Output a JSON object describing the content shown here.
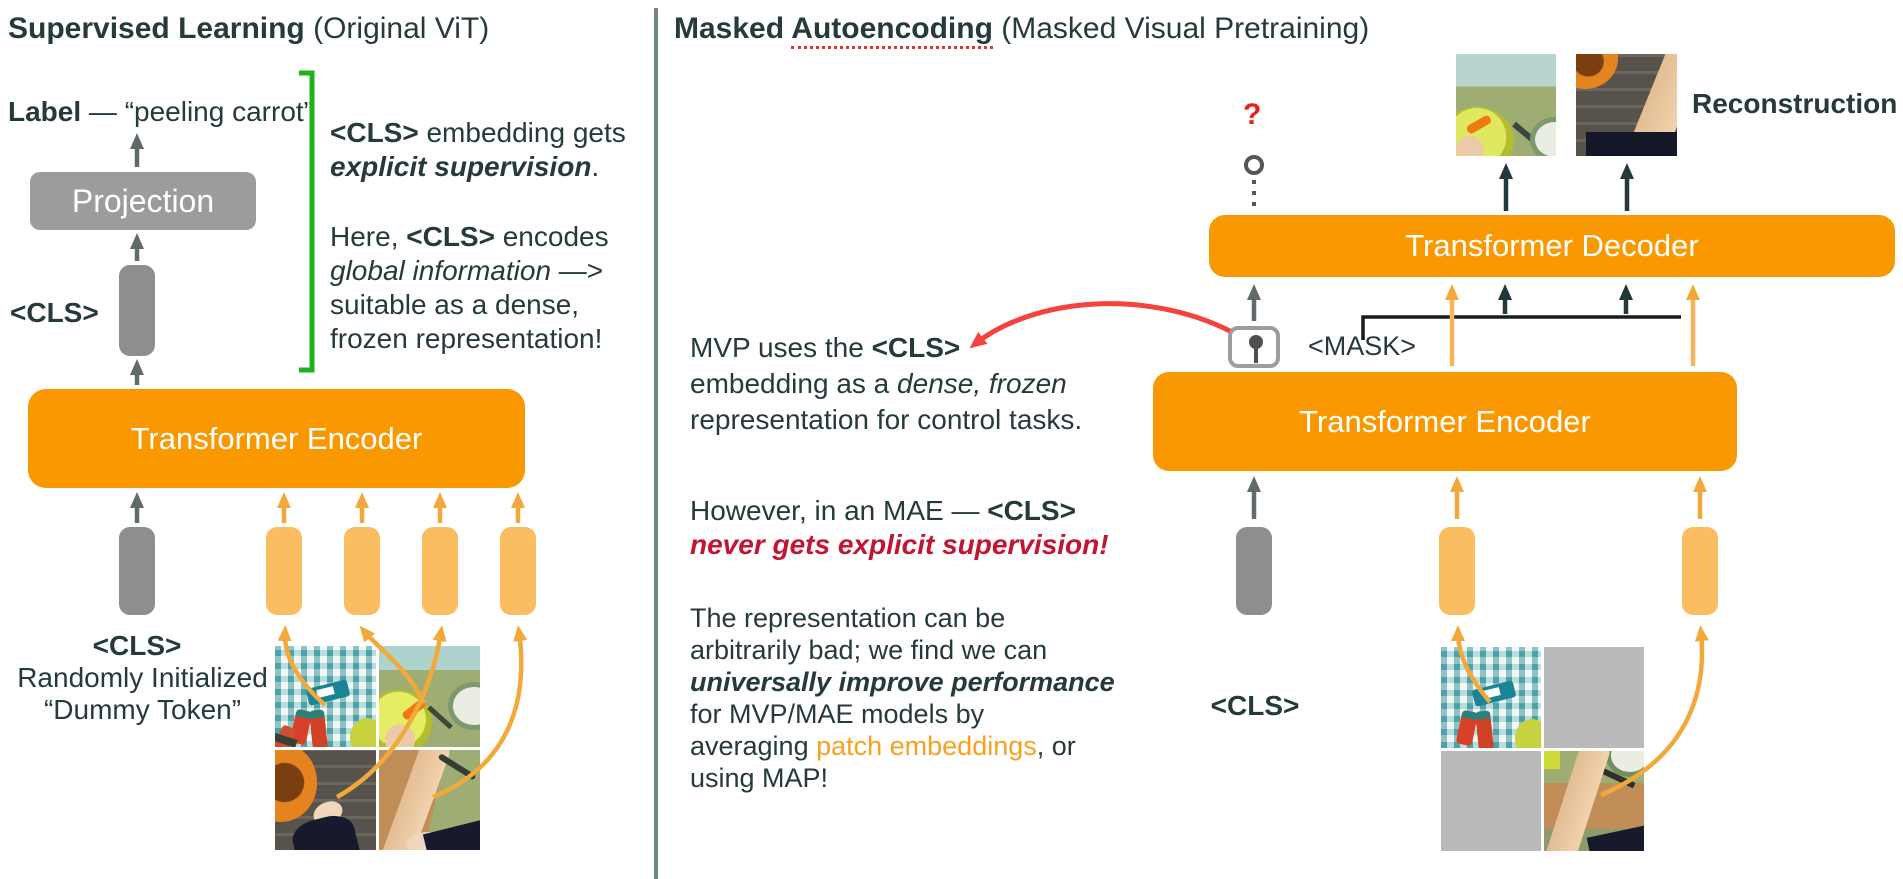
{
  "colors": {
    "accent_orange": "#F99800",
    "token_orange": "#FBBD62",
    "arrow_orange": "#F2A93B",
    "text_dark": "#263A3C",
    "crimson_text": "#C31432",
    "bright_red": "#E8211B",
    "green_bracket": "#1DB41B",
    "gray_box": "#9C9C9C",
    "gray_token": "#8E8E8E",
    "masked_patch_gray": "#BABABA",
    "divider_gray": "#74888B"
  },
  "left": {
    "title_bold": "Supervised Learning",
    "title_rest": " (Original ViT)",
    "label_bold": "Label",
    "label_rest": " — “peeling carrot”",
    "projection_label": "Projection",
    "cls_top_label": "<CLS>",
    "encoder_label": "Transformer Encoder",
    "cls_bottom_label": "<CLS>",
    "cls_caption_line1": "Randomly Initialized",
    "cls_caption_line2": "“Dummy Token”",
    "note": {
      "l1_b": "<CLS>",
      "l1_rest": " embedding gets",
      "l2_bi": "explicit supervision",
      "l2_end": ".",
      "l3_a": "Here, ",
      "l3_b": "<CLS>",
      "l3_c": " encodes",
      "l4_i": "global information",
      "l4_rest": " —>",
      "l5": "suitable as a dense,",
      "l6": "frozen representation!"
    }
  },
  "right": {
    "title_bold_1": "Masked ",
    "title_bold_2": "Autoencoding",
    "title_rest": " (Masked Visual Pretraining)",
    "question_mark": "?",
    "reconstruction_label": "Reconstruction",
    "decoder_label": "Transformer Decoder",
    "mask_label": "<MASK>",
    "encoder_label": "Transformer Encoder",
    "cls_label": "<CLS>",
    "mvp_note": {
      "l1_a": "MVP uses the ",
      "l1_b": "<CLS>",
      "l2_a": "embedding as a ",
      "l2_i": "dense, frozen",
      "l3": "representation for control tasks."
    },
    "mae_note": {
      "l1_a": "However, in an MAE — ",
      "l1_b": "<CLS>",
      "l2_red": "never gets explicit supervision!"
    },
    "improve_note": {
      "l1": "The representation can be",
      "l2": "arbitrarily bad; we find we can",
      "l3_bi": "universally improve performance",
      "l4": "for MVP/MAE models by",
      "l5_a": "averaging ",
      "l5_orange": "patch embeddings",
      "l5_b": ", or",
      "l6": "using MAP!"
    }
  }
}
